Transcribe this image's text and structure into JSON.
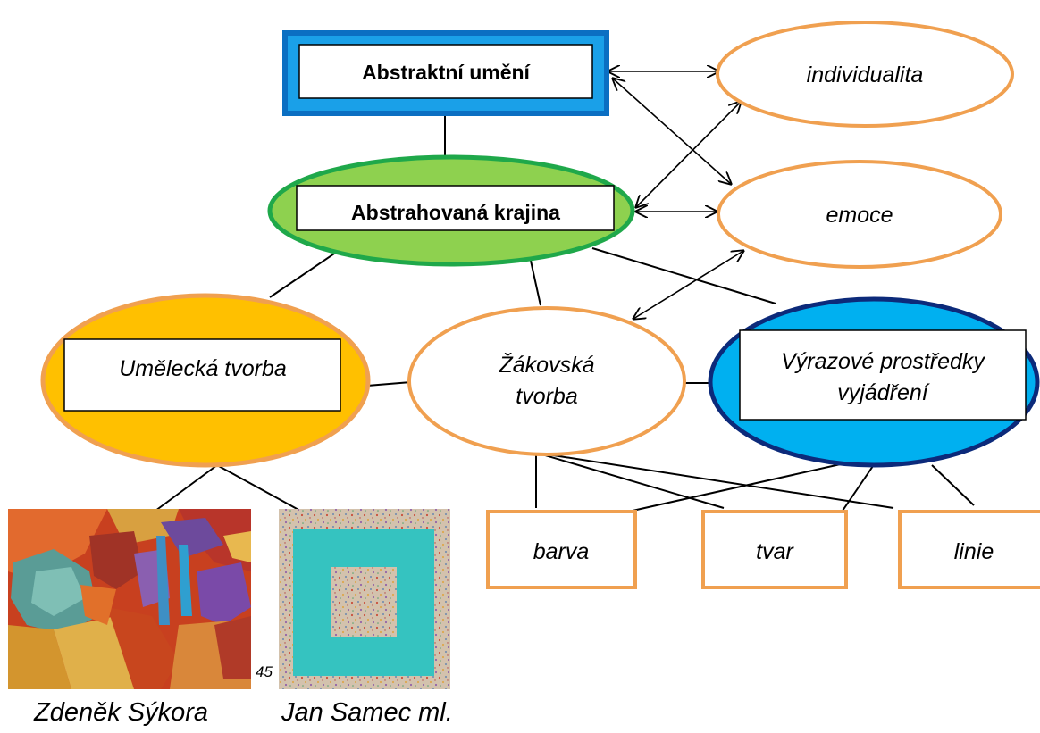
{
  "diagram": {
    "nodes": {
      "abstraktni_umeni": "Abstraktní umění",
      "individualita": "individualita",
      "abstrahovana_krajina": "Abstrahovaná krajina",
      "emoce": "emoce",
      "umelecka_tvorba": "Umělecká tvorba",
      "zakovska_tvorba_line1": "Žákovská",
      "zakovska_tvorba_line2": "tvorba",
      "vyrazove_line1": "Výrazové prostředky",
      "vyrazove_line2": "vyjádření",
      "barva": "barva",
      "tvar": "tvar",
      "linie": "linie"
    },
    "images": {
      "sykora_caption": "Zdeněk Sýkora",
      "samec_caption": "Jan Samec ml.",
      "footnote": "45"
    },
    "colors": {
      "blue_box_fill": "#1aa0e8",
      "blue_box_border": "#0b6fc2",
      "green_fill": "#8ed14f",
      "green_border": "#1fa84a",
      "orange_border": "#f0a050",
      "yellow_fill": "#ffc000",
      "dark_blue_border": "#0c2a7a",
      "light_blue_fill": "#00b0f0",
      "teal": "#35c3c0"
    }
  }
}
